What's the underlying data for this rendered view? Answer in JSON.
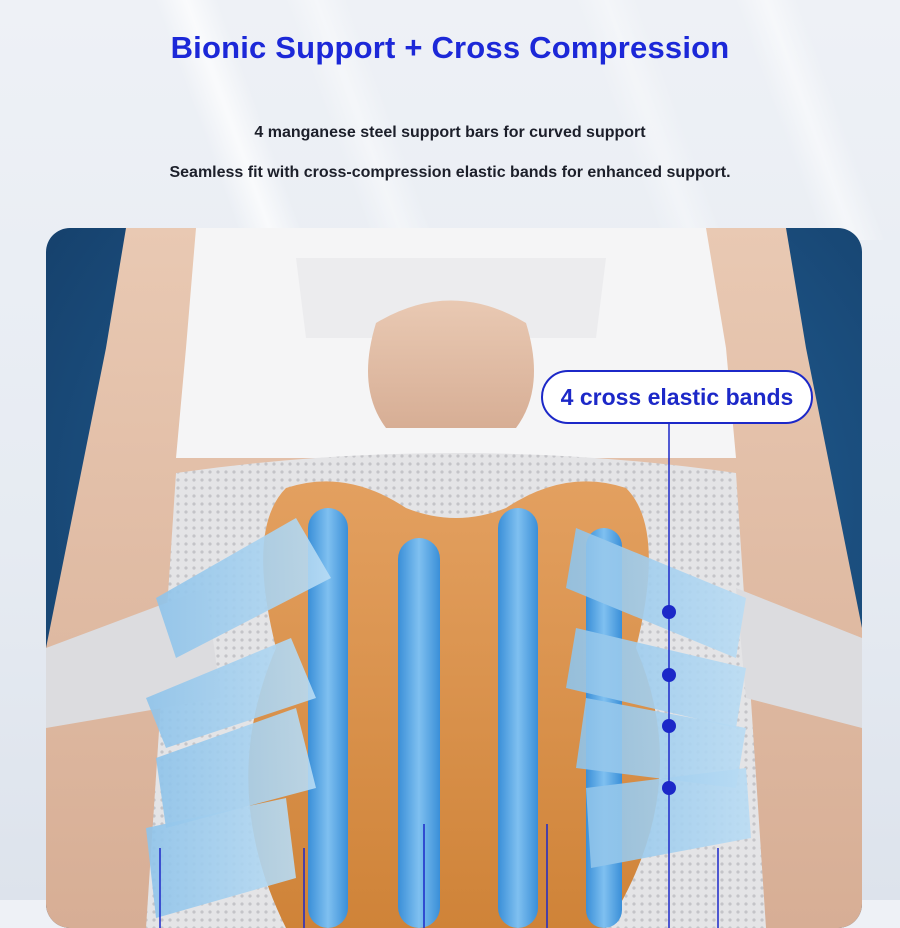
{
  "header": {
    "title": "Bionic Support + Cross Compression",
    "feature_1": "4 manganese steel support bars for curved support",
    "feature_2": "Seamless fit with cross-compression elastic bands for enhanced support."
  },
  "callout": {
    "label": "4 cross elastic bands"
  },
  "colors": {
    "accent": "#1c28d8",
    "text": "#1c1f2a",
    "backdrop": "#1d5486",
    "pad": "#d78a3e",
    "band": "#8ec3ea",
    "brace": "#d9d9dc"
  },
  "illustration": {
    "subject": "back-brace-photo",
    "support_bars": 4,
    "cross_bands": 4
  }
}
